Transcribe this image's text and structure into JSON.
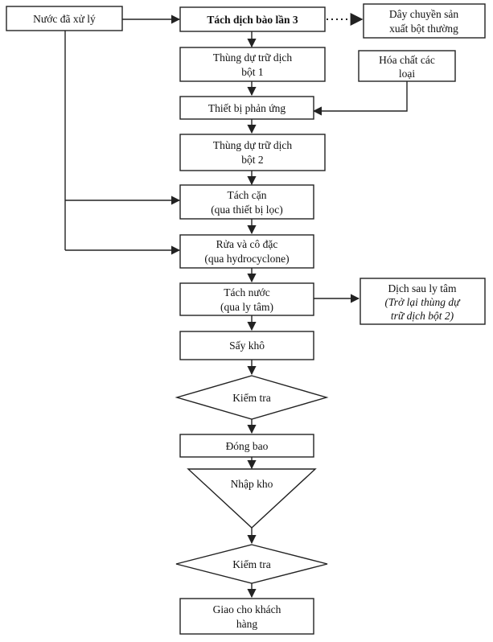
{
  "nodes": {
    "treated_water": "Nước đã xử lý",
    "separation3": "Tách dịch bào lần 3",
    "regular_line_1": "Dây chuyền sản",
    "regular_line_2": "xuất bột thường",
    "tank1_1": "Thùng dự trữ dịch",
    "tank1_2": "bột 1",
    "chemicals_1": "Hóa chất các",
    "chemicals_2": "loại",
    "reactor": "Thiết bị phản ứng",
    "tank2_1": "Thùng dự trữ dịch",
    "tank2_2": "bột 2",
    "residue_1": "Tách cặn",
    "residue_2": "(qua thiết bị lọc)",
    "wash_1": "Rửa và cô đặc",
    "wash_2": "(qua hydrocyclone)",
    "dewater_1": "Tách nước",
    "dewater_2": "(qua ly tâm)",
    "centrifuge_1": "Dịch sau ly tâm",
    "centrifuge_2": "(Trở lại thùng dự",
    "centrifuge_3": "trữ dịch bột 2)",
    "dry": "Sấy khô",
    "inspect1": "Kiểm tra",
    "pack": "Đóng bao",
    "store": "Nhập kho",
    "inspect2": "Kiểm tra",
    "deliver_1": "Giao cho khách",
    "deliver_2": "hàng"
  }
}
